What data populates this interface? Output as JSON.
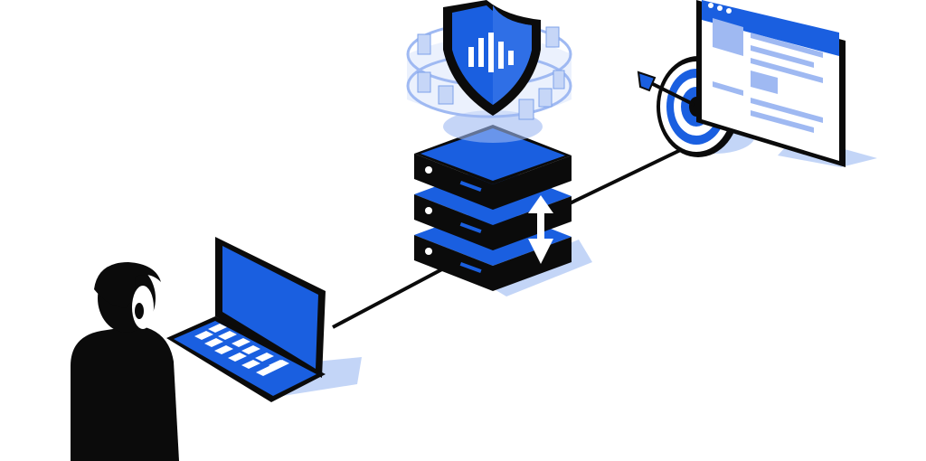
{
  "diagram": {
    "type": "isometric-network-illustration",
    "colors": {
      "accent": "#1a5fe0",
      "accent_light": "#9fb9f2",
      "accent_pale": "#dbe6fb",
      "ink": "#0b0b0b",
      "shadow": "#bcd0f6",
      "background": "#ffffff"
    },
    "nodes": [
      {
        "id": "user",
        "icon": "person-icon"
      },
      {
        "id": "laptop",
        "icon": "laptop-icon"
      },
      {
        "id": "server",
        "icon": "server-stack-icon"
      },
      {
        "id": "shield",
        "icon": "security-shield-icon"
      },
      {
        "id": "target",
        "icon": "target-icon"
      },
      {
        "id": "browser",
        "icon": "browser-window-icon"
      }
    ],
    "edges": [
      {
        "from": "laptop",
        "to": "server"
      },
      {
        "from": "server",
        "to": "target"
      }
    ]
  }
}
